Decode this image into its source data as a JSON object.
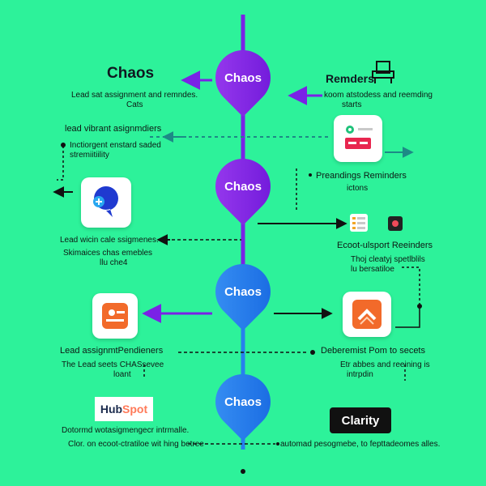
{
  "nodes": [
    {
      "label": "Chaos",
      "color": "#7a22e6"
    },
    {
      "label": "Chaos",
      "color": "#7a22e6"
    },
    {
      "label": "Chaos",
      "color": "#2780ee"
    },
    {
      "label": "Chaos",
      "color": "#2780ee"
    }
  ],
  "left": {
    "title": "Chaos",
    "t1_line1": "Lead sat assignment and remndes.",
    "t1_line2": "Cats",
    "t2_head": "lead vibrant asignmdiers",
    "t2_line1": "Inctiorgent enstard saded",
    "t2_line2": "stremiitiility",
    "t3_head": "Lead wicin cale ssigmenes.",
    "t3_line1": "Skimaices chas emebles",
    "t3_line2": "llu che4",
    "t4_head": "Lead assignmtPendieners",
    "t4_line1": "The Lead seets CHASsevee",
    "t4_line2": "loant",
    "t5_line1": "Dotormd wotasigmengecr intrmalle.",
    "t5_line2": "Clor. on ecoot-ctratiloe wit hing betree"
  },
  "right": {
    "r1_title": "Remders",
    "r1_line1": "koom atstodess and reemding",
    "r1_line2": "starts",
    "r2_head": "Preandings Reminders",
    "r2_line1": "ictons",
    "r3_head": "Ecoot-ulsport Reeinders",
    "r3_line1": "Thoj cleatyj spetlblils",
    "r3_line2": "lu bersatiloe",
    "r4_head": "Deberemist Pom to secets",
    "r4_line1": "Etr abbes and reeining is",
    "r4_line2": "intrpdin",
    "r5_line1": "automad pesogmebe, to fepttadeomes alles."
  },
  "brands": {
    "hubspot_hub": "Hub",
    "hubspot_spot": "Spot",
    "clarity": "Clarity"
  },
  "colors": {
    "background": "#2df29a",
    "purple": "#7a22e6",
    "blue": "#2780ee",
    "teal_arrow": "#1d8a86",
    "dark": "#111111"
  }
}
